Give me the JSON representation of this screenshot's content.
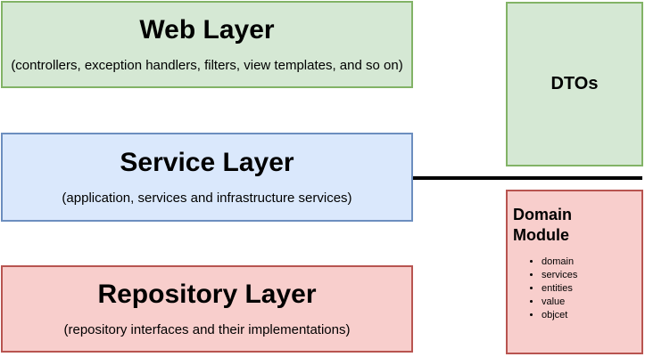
{
  "diagram": {
    "layers": [
      {
        "title": "Web Layer",
        "subtitle": "(controllers, exception handlers, filters, view templates, and so on)",
        "fill": "#d5e8d4",
        "border": "#82b366"
      },
      {
        "title": "Service Layer",
        "subtitle": "(application, services and infrastructure services)",
        "fill": "#dae8fc",
        "border": "#6c8ebf"
      },
      {
        "title": "Repository Layer",
        "subtitle": "(repository interfaces and their implementations)",
        "fill": "#f8cecc",
        "border": "#b85450"
      }
    ],
    "dtos": {
      "label": "DTOs",
      "fill": "#d5e8d4",
      "border": "#82b366"
    },
    "domain_module": {
      "title": "Domain\nModule",
      "bullets": [
        "domain",
        "services",
        "entities",
        "value",
        "objcet"
      ],
      "fill": "#f8cecc",
      "border": "#b85450"
    },
    "connector": {
      "color": "#000000"
    }
  }
}
